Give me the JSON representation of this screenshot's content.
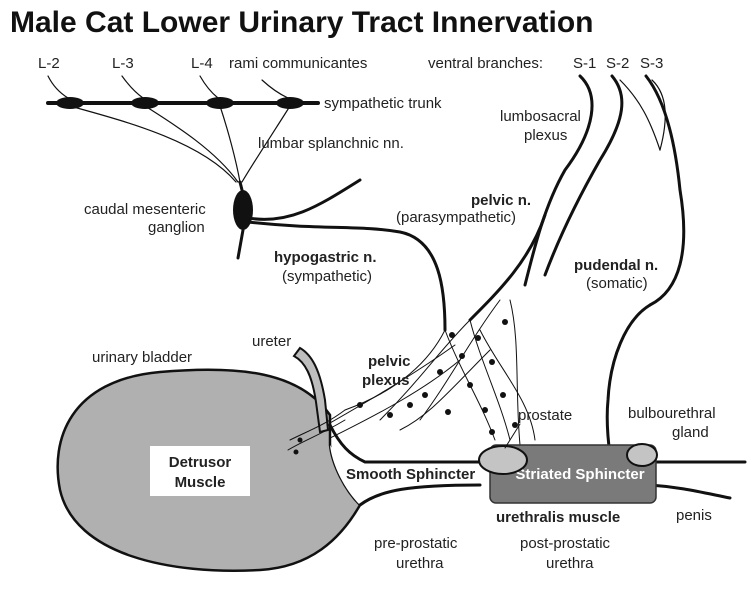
{
  "title": "Male Cat Lower Urinary Tract Innervation",
  "spinal_levels": {
    "l2": "L-2",
    "l3": "L-3",
    "l4": "L-4",
    "rami": "rami communicantes",
    "ventral": "ventral branches:",
    "s1": "S-1",
    "s2": "S-2",
    "s3": "S-3"
  },
  "nerves": {
    "sympathetic_trunk": "sympathetic trunk",
    "lumbar_splanchnic": "lumbar splanchnic nn.",
    "lumbosacral_plexus": [
      "lumbosacral",
      "plexus"
    ],
    "caudal_mesenteric_ganglion": [
      "caudal mesenteric",
      "ganglion"
    ],
    "pelvic_n": "pelvic n.",
    "pelvic_n_sub": "(parasympathetic)",
    "hypogastric_n": "hypogastric n.",
    "hypogastric_n_sub": "(sympathetic)",
    "pudendal_n": "pudendal n.",
    "pudendal_n_sub": "(somatic)",
    "pelvic_plexus": [
      "pelvic",
      "plexus"
    ]
  },
  "structures": {
    "ureter": "ureter",
    "urinary_bladder": "urinary bladder",
    "detrusor": [
      "Detrusor",
      "Muscle"
    ],
    "smooth_sphincter": "Smooth Sphincter",
    "prostate": "prostate",
    "bulbourethral": [
      "bulbourethral",
      "gland"
    ],
    "striated_sphincter": "Striated Sphincter",
    "urethralis": "urethralis muscle",
    "penis": "penis",
    "pre_prostatic": [
      "pre-prostatic",
      "urethra"
    ],
    "post_prostatic": [
      "post-prostatic",
      "urethra"
    ]
  },
  "colors": {
    "bladder_fill": "#b0b0b0",
    "striated_fill": "#7a7a7a",
    "ureter_fill": "#bdbdbd",
    "nerve_stroke": "#111111"
  }
}
